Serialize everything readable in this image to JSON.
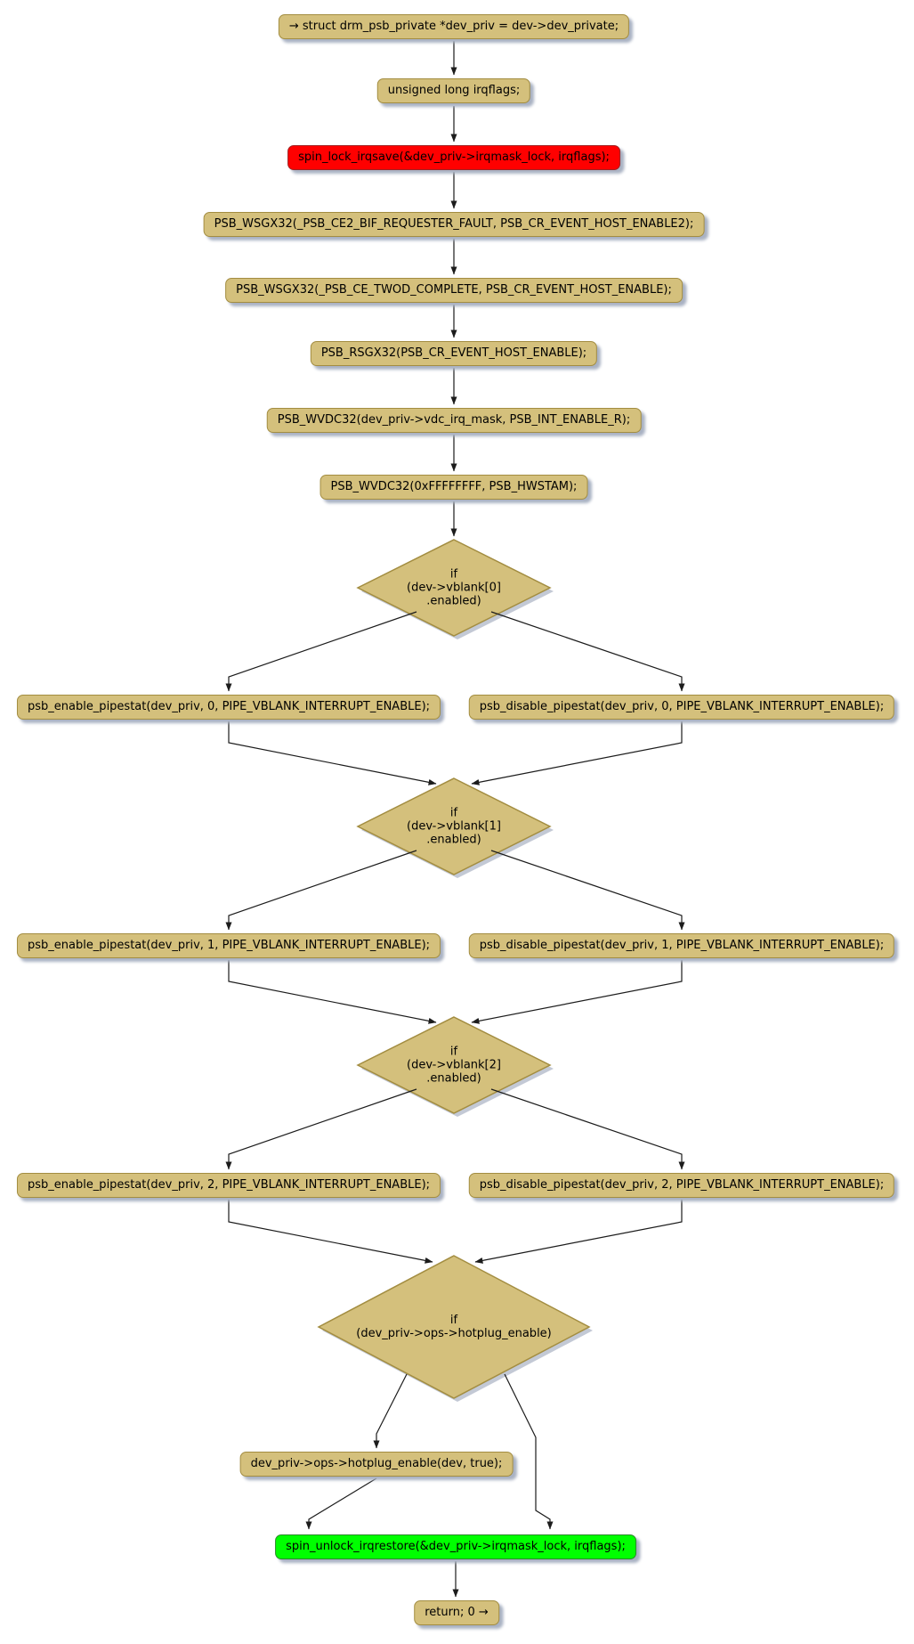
{
  "colors": {
    "node_fill": "#d4c07c",
    "node_border": "#a38d41",
    "red_fill": "#ff0000",
    "red_border": "#a02222",
    "green_fill": "#00ff00",
    "green_border": "#2c882c",
    "shadow": "#a9b2c3",
    "edge": "#1c1c1c",
    "text": "#000000"
  },
  "nodes": {
    "start": "→ struct drm_psb_private *dev_priv = dev->dev_private;",
    "declare_irqflags": "unsigned long irqflags;",
    "spin_lock": "spin_lock_irqsave(&dev_priv->irqmask_lock, irqflags);",
    "wsgx32_fault": "PSB_WSGX32(_PSB_CE2_BIF_REQUESTER_FAULT, PSB_CR_EVENT_HOST_ENABLE2);",
    "wsgx32_twod": "PSB_WSGX32(_PSB_CE_TWOD_COMPLETE, PSB_CR_EVENT_HOST_ENABLE);",
    "rsgx32_read": "PSB_RSGX32(PSB_CR_EVENT_HOST_ENABLE);",
    "wvdc32_mask": "PSB_WVDC32(dev_priv->vdc_irq_mask, PSB_INT_ENABLE_R);",
    "wvdc32_hwstam": "PSB_WVDC32(0xFFFFFFFF, PSB_HWSTAM);",
    "if_vblank0": "if\n(dev->vblank[0]\n.enabled)",
    "enable_pipe0": "psb_enable_pipestat(dev_priv, 0, PIPE_VBLANK_INTERRUPT_ENABLE);",
    "disable_pipe0": "psb_disable_pipestat(dev_priv, 0, PIPE_VBLANK_INTERRUPT_ENABLE);",
    "if_vblank1": "if\n(dev->vblank[1]\n.enabled)",
    "enable_pipe1": "psb_enable_pipestat(dev_priv, 1, PIPE_VBLANK_INTERRUPT_ENABLE);",
    "disable_pipe1": "psb_disable_pipestat(dev_priv, 1, PIPE_VBLANK_INTERRUPT_ENABLE);",
    "if_vblank2": "if\n(dev->vblank[2]\n.enabled)",
    "enable_pipe2": "psb_enable_pipestat(dev_priv, 2, PIPE_VBLANK_INTERRUPT_ENABLE);",
    "disable_pipe2": "psb_disable_pipestat(dev_priv, 2, PIPE_VBLANK_INTERRUPT_ENABLE);",
    "if_hotplug": "if\n(dev_priv->ops->hotplug_enable)",
    "hotplug_enable": "dev_priv->ops->hotplug_enable(dev, true);",
    "spin_unlock": "spin_unlock_irqrestore(&dev_priv->irqmask_lock, irqflags);",
    "return": "return; 0 →"
  }
}
